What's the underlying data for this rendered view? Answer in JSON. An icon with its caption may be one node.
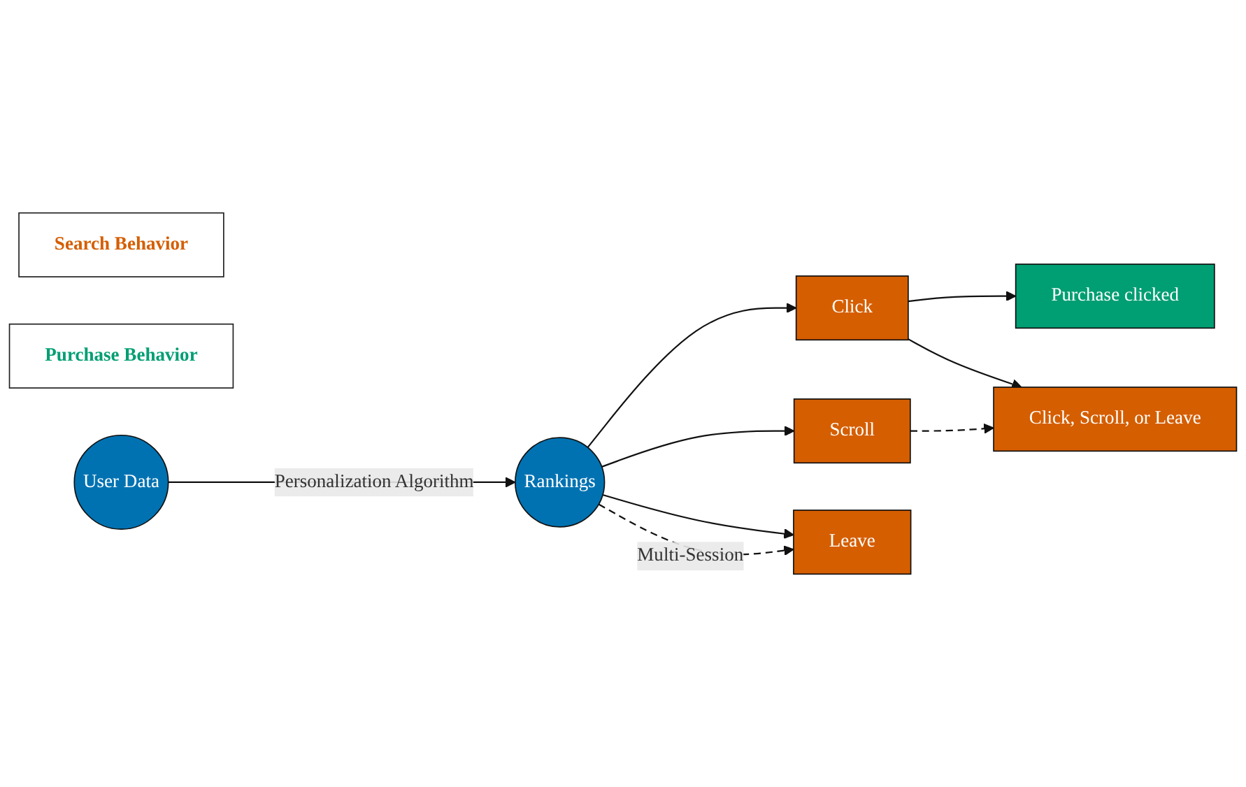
{
  "diagram": {
    "nodes": [
      {
        "text": [
          "Search Behavior"
        ]
      },
      {
        "text": [
          "Purchase Behavior"
        ]
      },
      {
        "text": [
          "User Data"
        ]
      },
      {
        "text": [
          "Rankings"
        ]
      },
      {
        "text": [
          "Click"
        ]
      },
      {
        "text": [
          "Purchase clicked"
        ]
      },
      {
        "text": [
          "Scroll"
        ]
      },
      {
        "text": [
          "Click, Scroll, or Leave"
        ]
      },
      {
        "text": [
          "Leave"
        ]
      }
    ],
    "edges": [
      {
        "from": 2,
        "to": 3,
        "arrow": "to",
        "label": "Personalization Algorithm"
      },
      {
        "from": 3,
        "to": 4,
        "arrow": "to"
      },
      {
        "from": 3,
        "to": 6,
        "arrow": "to"
      },
      {
        "from": 3,
        "to": 8,
        "arrow": "to"
      },
      {
        "from": 4,
        "to": 5,
        "arrow": "to"
      },
      {
        "from": 4,
        "to": 7,
        "arrow": "to"
      },
      {
        "from": 6,
        "to": 7,
        "arrow": "to",
        "style": "dashed"
      },
      {
        "from": 3,
        "to": 8,
        "arrow": "to",
        "style": "dashed",
        "label": "Multi-Session"
      }
    ]
  }
}
